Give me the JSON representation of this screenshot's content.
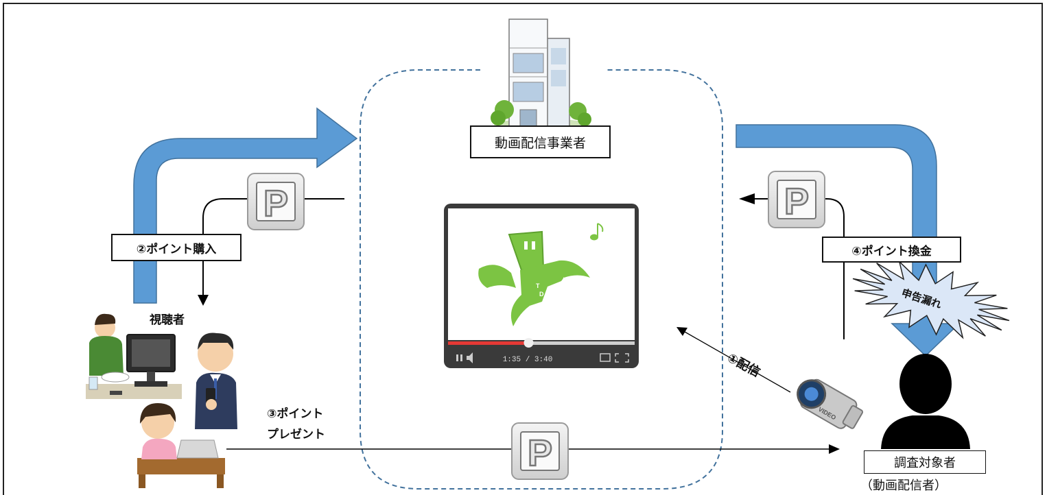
{
  "company_label": "動画配信事業者",
  "step2_label": "②ポイント購入",
  "step4_label": "④ポイント換金",
  "viewer_label": "視聴者",
  "step3_line1": "③ポイント",
  "step3_line2": "プレゼント",
  "step1_label": "①配信",
  "burst_label": "申告漏れ",
  "subject_label": "調査対象者",
  "subject_sub": "（動画配信者）",
  "point_glyph": "P",
  "video_time": "1:35 / 3:40",
  "camera_text": "VIDEO",
  "mascot_chars": [
    "T",
    "D"
  ],
  "colors": {
    "arrow_blue": "#5b9bd5",
    "dashed_border": "#41719c",
    "mascot_green": "#7cc443",
    "progress_red": "#e53935",
    "burst_fill": "#dbe7f7"
  }
}
